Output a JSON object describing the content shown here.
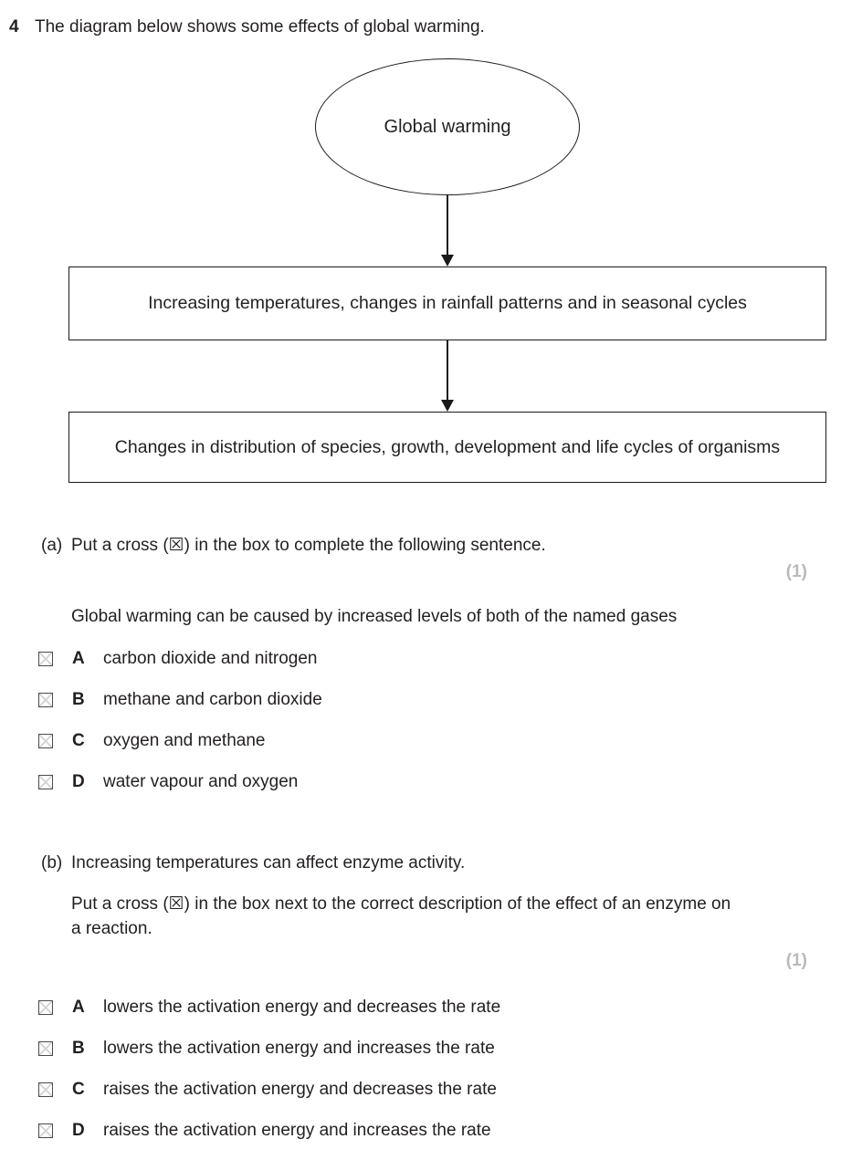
{
  "question": {
    "number": "4",
    "intro": "The diagram below shows some effects of global warming."
  },
  "diagram": {
    "ellipse_label": "Global warming",
    "box1": "Increasing temperatures, changes in rainfall patterns and in seasonal cycles",
    "box2": "Changes in distribution of species, growth, development and life cycles of organisms"
  },
  "part_a": {
    "label": "(a)",
    "instruction": "Put a cross (☒) in the box to complete the following sentence.",
    "marks": "(1)",
    "stem": "Global warming can be caused by increased levels of both of the named gases",
    "options": [
      {
        "letter": "A",
        "text": "carbon dioxide and nitrogen"
      },
      {
        "letter": "B",
        "text": "methane and carbon dioxide"
      },
      {
        "letter": "C",
        "text": "oxygen and methane"
      },
      {
        "letter": "D",
        "text": "water vapour and oxygen"
      }
    ]
  },
  "part_b": {
    "label": "(b)",
    "intro": "Increasing temperatures can affect enzyme activity.",
    "instruction": "Put a cross (☒) in the box next to the correct description of the effect of an enzyme on a reaction.",
    "marks": "(1)",
    "options": [
      {
        "letter": "A",
        "text": "lowers the activation energy and decreases the rate"
      },
      {
        "letter": "B",
        "text": "lowers the activation energy and increases the rate"
      },
      {
        "letter": "C",
        "text": "raises the activation energy and decreases the rate"
      },
      {
        "letter": "D",
        "text": "raises the activation energy and increases the rate"
      }
    ]
  },
  "colors": {
    "text": "#231f20",
    "marks_gray": "#b9b9b9",
    "checkbox_cross": "#d2d2d2"
  }
}
